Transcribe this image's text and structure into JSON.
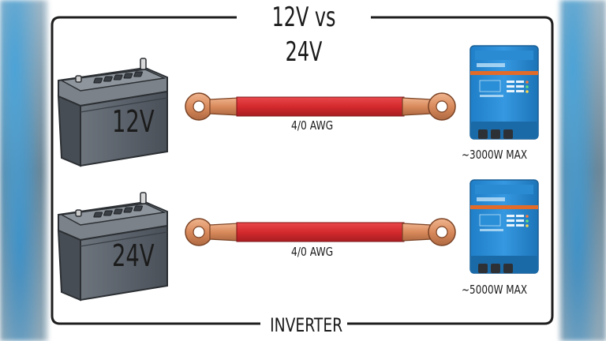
{
  "title": "12V vs 24V",
  "footer": "INVERTER",
  "rows": [
    {
      "battery_label": "12V",
      "cable_label": "4/0 AWG",
      "inverter_label": "~3000W MAX"
    },
    {
      "battery_label": "24V",
      "cable_label": "4/0 AWG",
      "inverter_label": "~5000W MAX"
    }
  ],
  "colors": {
    "cable": "#d42a2e",
    "lug": "#d98a5c",
    "battery_body": "#5b626b",
    "inverter": "#2f8fd6",
    "inverter_band": "#e36b2a"
  }
}
